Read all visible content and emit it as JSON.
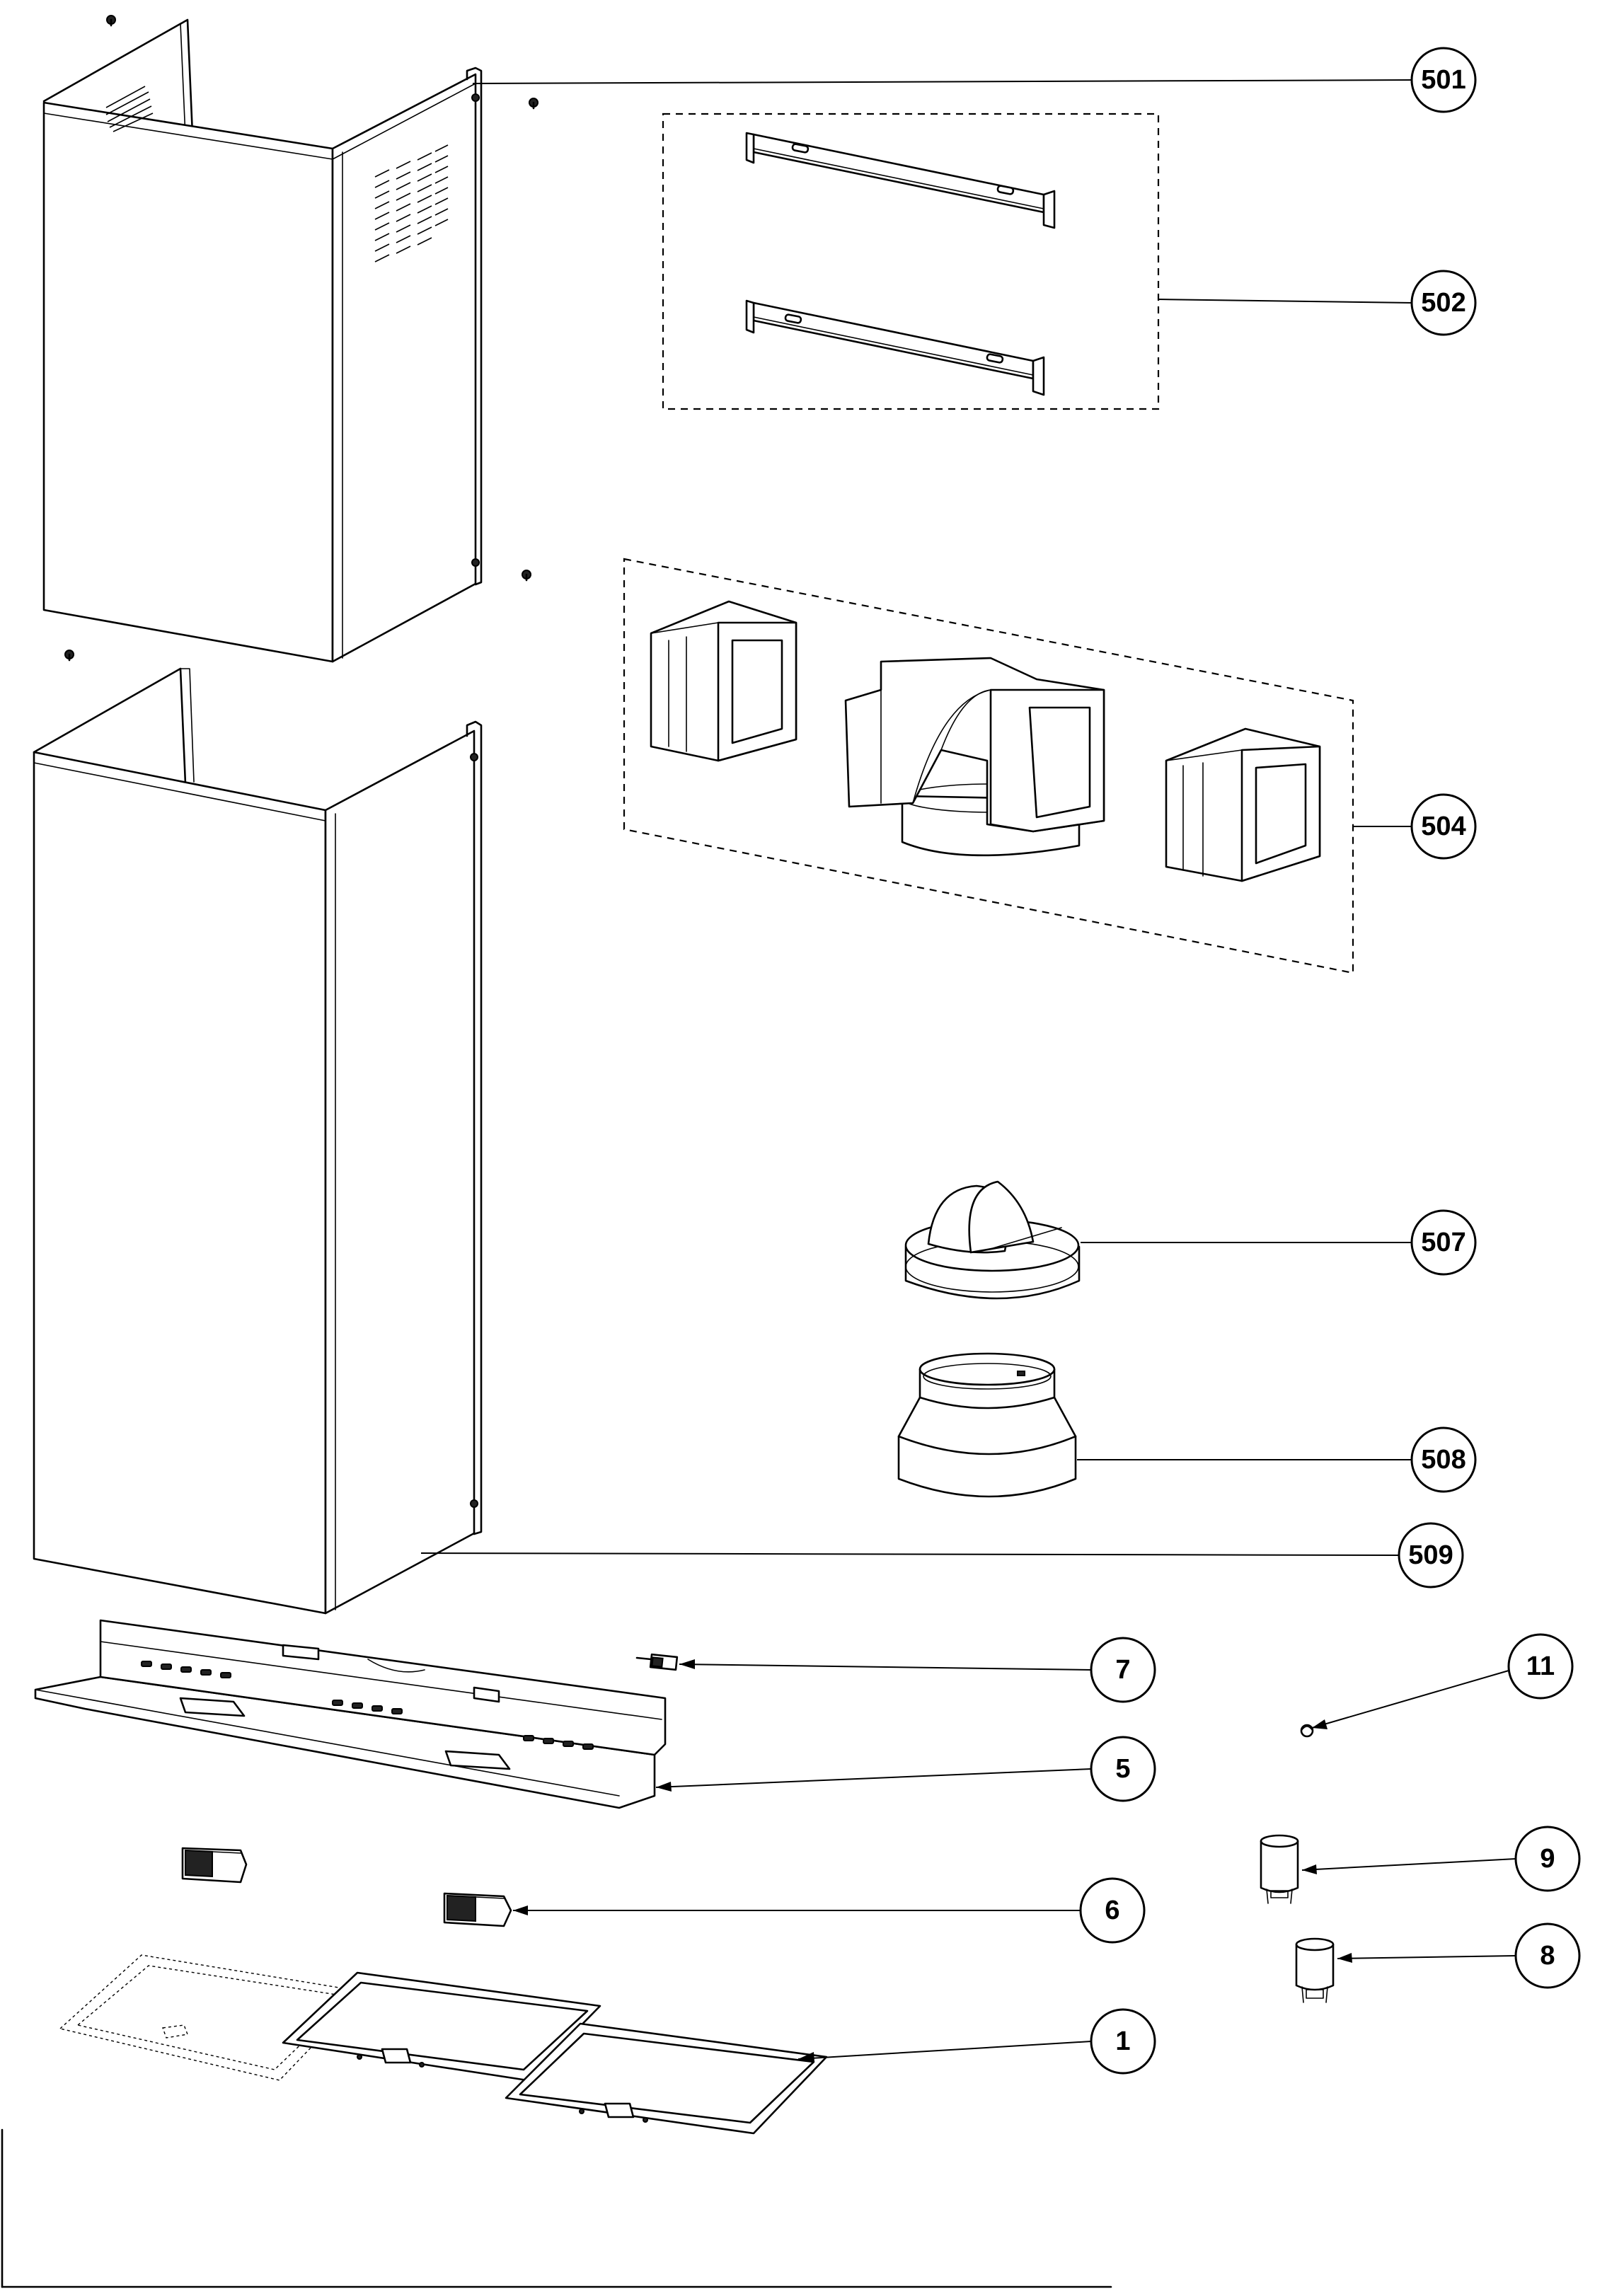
{
  "callouts": [
    {
      "id": "501",
      "text": "501"
    },
    {
      "id": "502",
      "text": "502"
    },
    {
      "id": "504",
      "text": "504"
    },
    {
      "id": "507",
      "text": "507"
    },
    {
      "id": "508",
      "text": "508"
    },
    {
      "id": "509",
      "text": "509"
    },
    {
      "id": "7",
      "text": "7"
    },
    {
      "id": "11",
      "text": "11"
    },
    {
      "id": "5",
      "text": "5"
    },
    {
      "id": "9",
      "text": "9"
    },
    {
      "id": "6",
      "text": "6"
    },
    {
      "id": "8",
      "text": "8"
    },
    {
      "id": "1",
      "text": "1"
    }
  ]
}
